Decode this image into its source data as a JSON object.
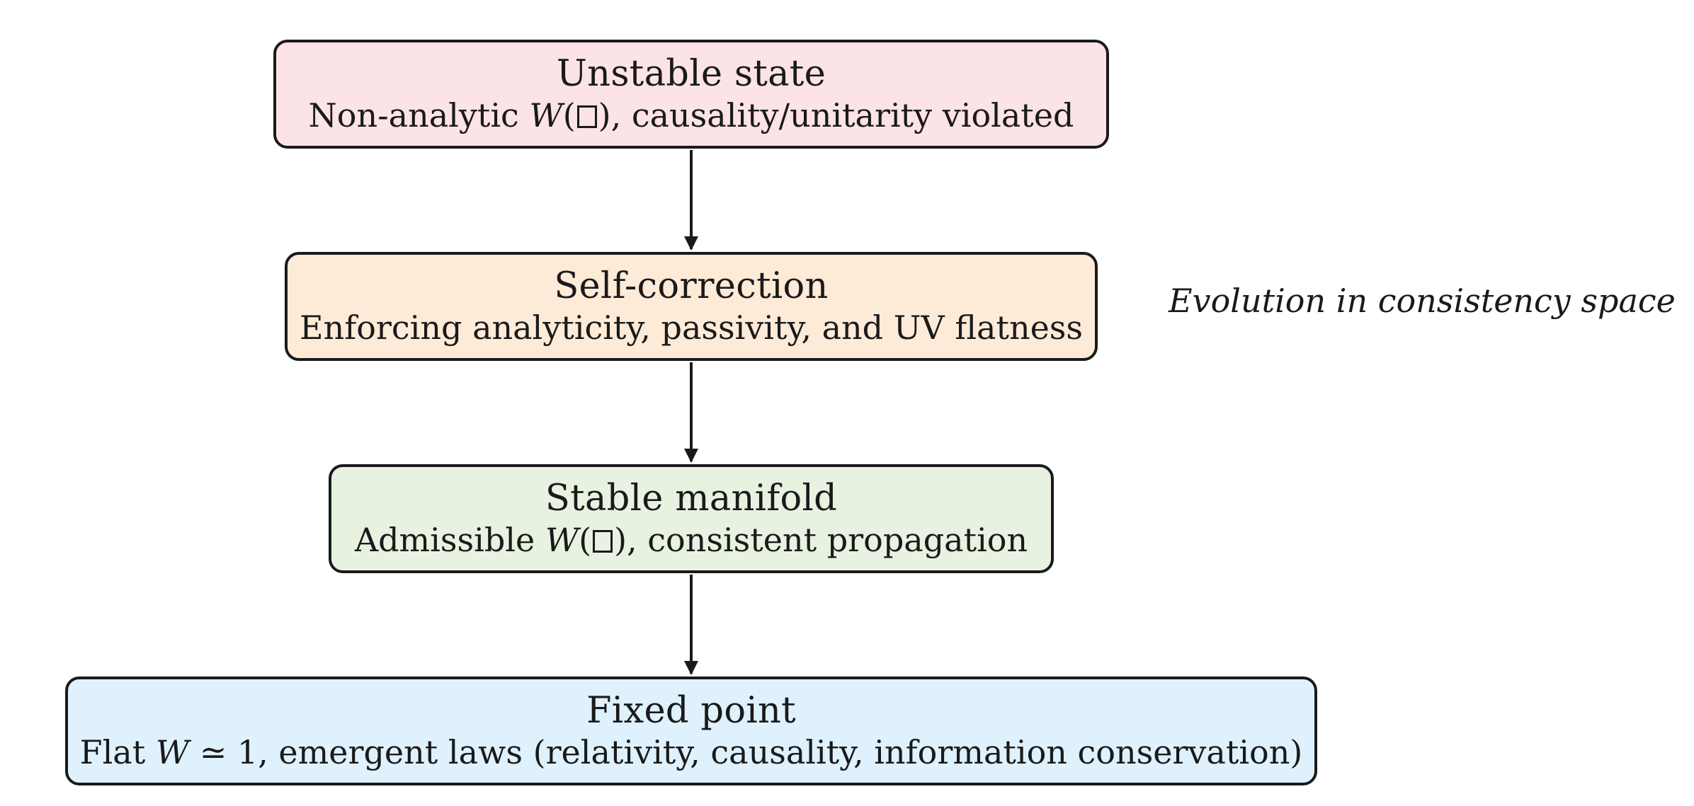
{
  "nodes": [
    {
      "title": "Unstable state",
      "desc_pre": "Non-analytic ",
      "desc_math": "W",
      "desc_has_box": true,
      "desc_post": ", causality/unitarity violated",
      "color": "#fbe3e6"
    },
    {
      "title": "Self-correction",
      "desc_pre": "Enforcing analyticity, passivity, and UV flatness",
      "desc_math": "",
      "desc_has_box": false,
      "desc_post": "",
      "color": "#fdebd8"
    },
    {
      "title": "Stable manifold",
      "desc_pre": "Admissible ",
      "desc_math": "W",
      "desc_has_box": true,
      "desc_post": ", consistent propagation",
      "color": "#e7f2e1"
    },
    {
      "title": "Fixed point",
      "desc_pre": "Flat ",
      "desc_math": "W",
      "desc_has_box": false,
      "desc_post": " ≃ 1, emergent laws (relativity, causality, information conservation)",
      "color": "#dff1fc"
    }
  ],
  "side_label": "Evolution in consistency space"
}
